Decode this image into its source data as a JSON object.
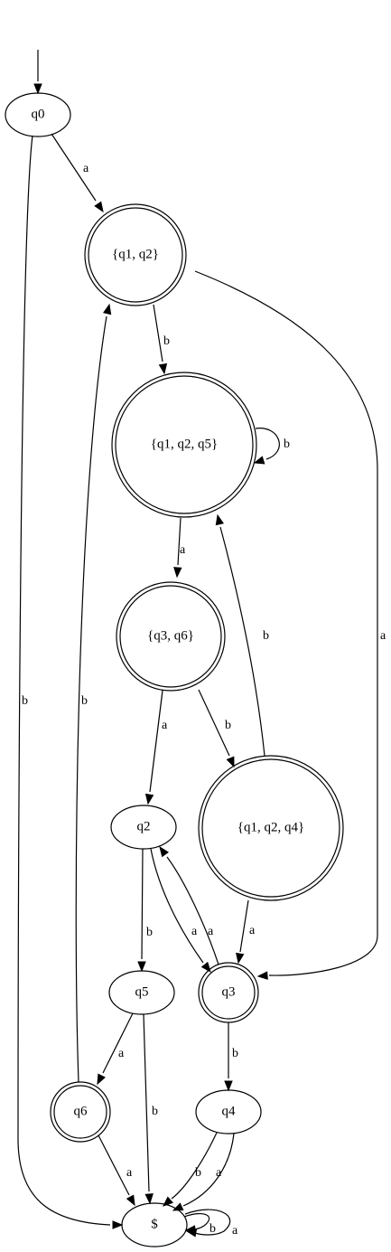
{
  "colors": {
    "stroke": "#000000",
    "background": "#ffffff"
  },
  "nodes": [
    {
      "id": "q0",
      "label": "q0",
      "accepting": false
    },
    {
      "id": "q12",
      "label": "{q1, q2}",
      "accepting": true
    },
    {
      "id": "q125",
      "label": "{q1, q2, q5}",
      "accepting": true
    },
    {
      "id": "q36",
      "label": "{q3, q6}",
      "accepting": true
    },
    {
      "id": "q2",
      "label": "q2",
      "accepting": false
    },
    {
      "id": "q124",
      "label": "{q1, q2, q4}",
      "accepting": true
    },
    {
      "id": "q5",
      "label": "q5",
      "accepting": false
    },
    {
      "id": "q3",
      "label": "q3",
      "accepting": true
    },
    {
      "id": "q6",
      "label": "q6",
      "accepting": true
    },
    {
      "id": "q4",
      "label": "q4",
      "accepting": false
    },
    {
      "id": "sink",
      "label": "$",
      "accepting": false
    }
  ],
  "edges": [
    {
      "from": "q0",
      "to": "q12",
      "label": "a"
    },
    {
      "from": "q0",
      "to": "sink",
      "label": "b"
    },
    {
      "from": "q12",
      "to": "q125",
      "label": "b"
    },
    {
      "from": "q12",
      "to": "q3",
      "label": "a"
    },
    {
      "from": "q125",
      "to": "q125",
      "label": "b"
    },
    {
      "from": "q125",
      "to": "q36",
      "label": "a"
    },
    {
      "from": "q36",
      "to": "q2",
      "label": "a"
    },
    {
      "from": "q36",
      "to": "q124",
      "label": "b"
    },
    {
      "from": "q124",
      "to": "q125",
      "label": "b"
    },
    {
      "from": "q124",
      "to": "q3",
      "label": "a"
    },
    {
      "from": "q2",
      "to": "q5",
      "label": "b"
    },
    {
      "from": "q2",
      "to": "q3",
      "label": "a"
    },
    {
      "from": "q3",
      "to": "q2",
      "label": "a"
    },
    {
      "from": "q3",
      "to": "q4",
      "label": "b"
    },
    {
      "from": "q5",
      "to": "q6",
      "label": "a"
    },
    {
      "from": "q5",
      "to": "sink",
      "label": "b"
    },
    {
      "from": "q6",
      "to": "q12",
      "label": "b"
    },
    {
      "from": "q6",
      "to": "sink",
      "label": "a"
    },
    {
      "from": "q4",
      "to": "sink",
      "label": "b"
    },
    {
      "from": "q4",
      "to": "sink",
      "label": "a"
    },
    {
      "from": "sink",
      "to": "sink",
      "label": "b"
    },
    {
      "from": "sink",
      "to": "sink",
      "label": "a"
    }
  ]
}
